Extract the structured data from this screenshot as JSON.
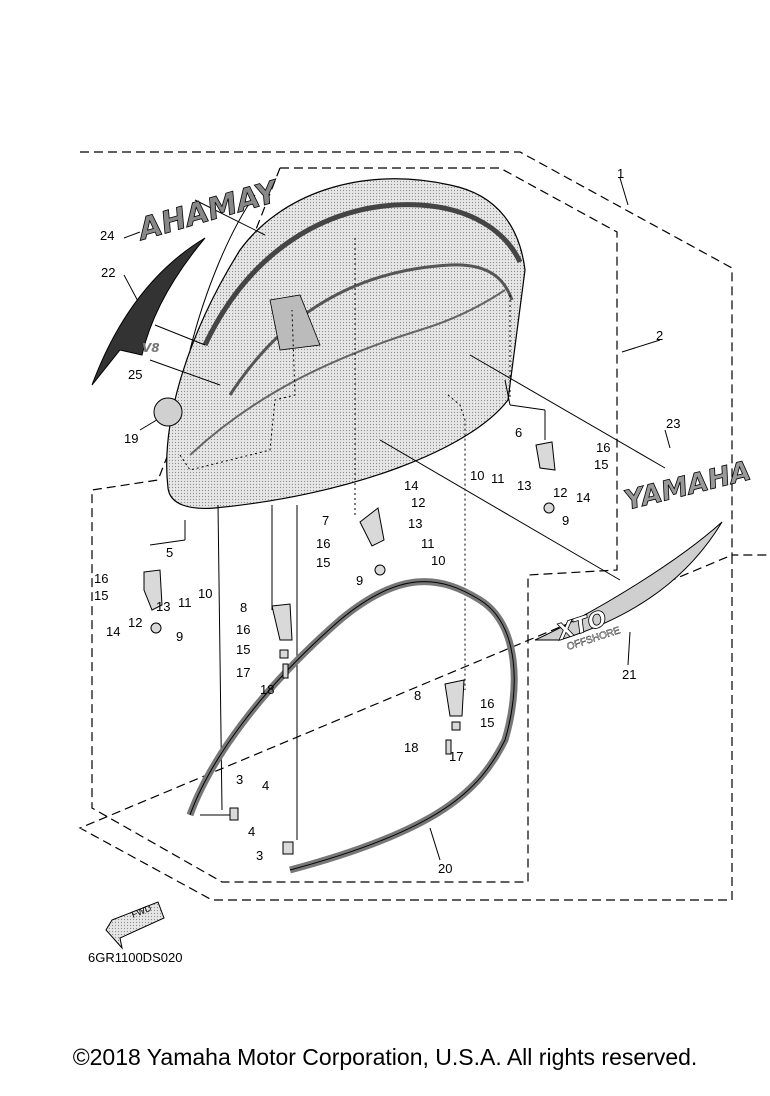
{
  "diagram": {
    "drawing_code": "6GR1100DS020",
    "fwd_label": "FWD",
    "decals": {
      "top_left": "AHAMAY",
      "right": "YAMAHA",
      "v8": "V8",
      "xto": "XTO",
      "offshore": "OFFSHORE"
    },
    "callouts": [
      {
        "id": "c1",
        "label": "1"
      },
      {
        "id": "c2",
        "label": "2"
      },
      {
        "id": "c3a",
        "label": "3"
      },
      {
        "id": "c3b",
        "label": "3"
      },
      {
        "id": "c4a",
        "label": "4"
      },
      {
        "id": "c4b",
        "label": "4"
      },
      {
        "id": "c5",
        "label": "5"
      },
      {
        "id": "c6",
        "label": "6"
      },
      {
        "id": "c7",
        "label": "7"
      },
      {
        "id": "c8a",
        "label": "8"
      },
      {
        "id": "c8b",
        "label": "8"
      },
      {
        "id": "c9a",
        "label": "9"
      },
      {
        "id": "c9b",
        "label": "9"
      },
      {
        "id": "c9c",
        "label": "9"
      },
      {
        "id": "c10a",
        "label": "10"
      },
      {
        "id": "c10b",
        "label": "10"
      },
      {
        "id": "c10c",
        "label": "10"
      },
      {
        "id": "c11a",
        "label": "11"
      },
      {
        "id": "c11b",
        "label": "11"
      },
      {
        "id": "c11c",
        "label": "11"
      },
      {
        "id": "c12a",
        "label": "12"
      },
      {
        "id": "c12b",
        "label": "12"
      },
      {
        "id": "c12c",
        "label": "12"
      },
      {
        "id": "c13a",
        "label": "13"
      },
      {
        "id": "c13b",
        "label": "13"
      },
      {
        "id": "c13c",
        "label": "13"
      },
      {
        "id": "c14a",
        "label": "14"
      },
      {
        "id": "c14b",
        "label": "14"
      },
      {
        "id": "c14c",
        "label": "14"
      },
      {
        "id": "c15a",
        "label": "15"
      },
      {
        "id": "c15b",
        "label": "15"
      },
      {
        "id": "c15c",
        "label": "15"
      },
      {
        "id": "c15d",
        "label": "15"
      },
      {
        "id": "c15e",
        "label": "15"
      },
      {
        "id": "c16a",
        "label": "16"
      },
      {
        "id": "c16b",
        "label": "16"
      },
      {
        "id": "c16c",
        "label": "16"
      },
      {
        "id": "c16d",
        "label": "16"
      },
      {
        "id": "c16e",
        "label": "16"
      },
      {
        "id": "c17a",
        "label": "17"
      },
      {
        "id": "c17b",
        "label": "17"
      },
      {
        "id": "c18a",
        "label": "18"
      },
      {
        "id": "c18b",
        "label": "18"
      },
      {
        "id": "c19",
        "label": "19"
      },
      {
        "id": "c20",
        "label": "20"
      },
      {
        "id": "c21",
        "label": "21"
      },
      {
        "id": "c22",
        "label": "22"
      },
      {
        "id": "c23",
        "label": "23"
      },
      {
        "id": "c24",
        "label": "24"
      },
      {
        "id": "c25",
        "label": "25"
      }
    ]
  },
  "footer": {
    "copyright": "©2018 Yamaha Motor Corporation, U.S.A. All rights reserved."
  }
}
